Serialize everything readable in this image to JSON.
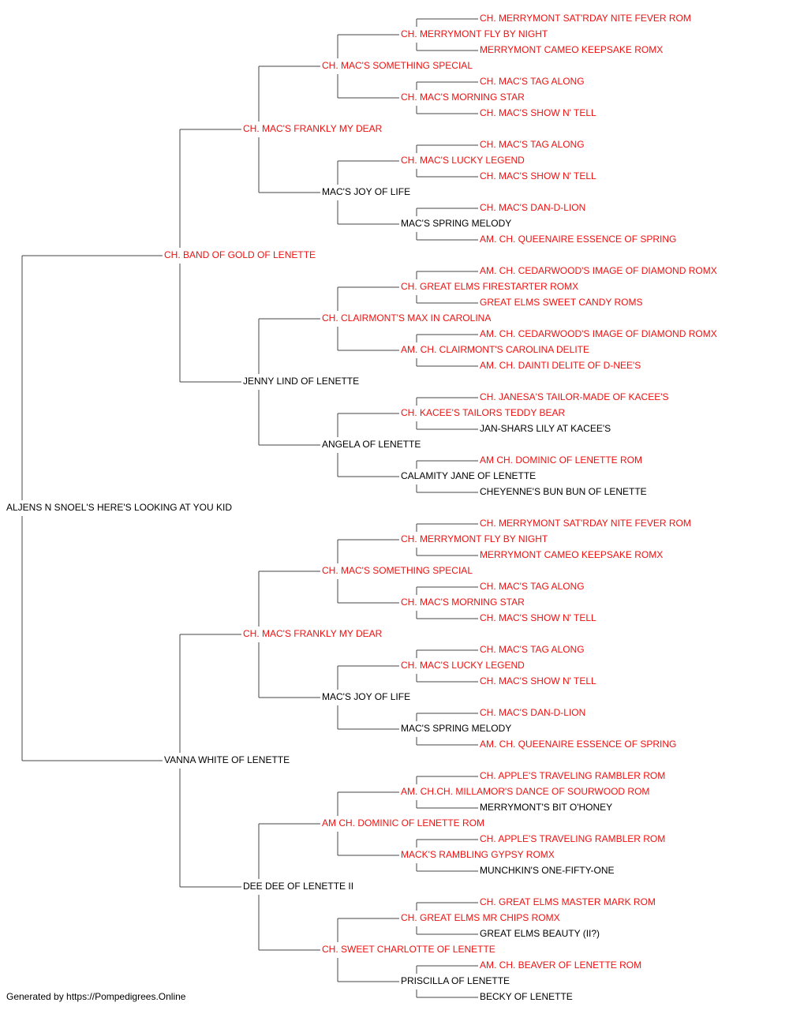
{
  "colors": {
    "champion": "#ee1111",
    "plain": "#000000",
    "connector": "#444444"
  },
  "root": {
    "name": "ALJENS N SNOEL'S HERE'S LOOKING AT YOU KID",
    "red": false,
    "sire": {
      "name": "CH. BAND OF GOLD OF LENETTE",
      "red": true,
      "sire": {
        "name": "CH. MAC'S FRANKLY MY DEAR",
        "red": true,
        "sire": {
          "name": "CH. MAC'S SOMETHING SPECIAL",
          "red": true,
          "sire": {
            "name": "CH. MERRYMONT FLY BY NIGHT",
            "red": true,
            "sire": {
              "name": "CH. MERRYMONT SAT'RDAY NITE FEVER ROM",
              "red": true
            },
            "dam": {
              "name": "MERRYMONT CAMEO KEEPSAKE ROMX",
              "red": true
            }
          },
          "dam": {
            "name": "CH. MAC'S MORNING STAR",
            "red": true,
            "sire": {
              "name": "CH. MAC'S TAG ALONG",
              "red": true
            },
            "dam": {
              "name": "CH. MAC'S SHOW N' TELL",
              "red": true
            }
          }
        },
        "dam": {
          "name": "MAC'S JOY OF LIFE",
          "red": false,
          "sire": {
            "name": "CH. MAC'S LUCKY LEGEND",
            "red": true,
            "sire": {
              "name": "CH. MAC'S TAG ALONG",
              "red": true
            },
            "dam": {
              "name": "CH. MAC'S SHOW N' TELL",
              "red": true
            }
          },
          "dam": {
            "name": "MAC'S SPRING MELODY",
            "red": false,
            "sire": {
              "name": "CH. MAC'S DAN-D-LION",
              "red": true
            },
            "dam": {
              "name": "AM. CH. QUEENAIRE ESSENCE OF SPRING",
              "red": true
            }
          }
        }
      },
      "dam": {
        "name": "JENNY LIND OF LENETTE",
        "red": false,
        "sire": {
          "name": "CH. CLAIRMONT'S MAX IN CAROLINA",
          "red": true,
          "sire": {
            "name": "CH. GREAT ELMS FIRESTARTER ROMX",
            "red": true,
            "sire": {
              "name": "AM. CH. CEDARWOOD'S IMAGE OF DIAMOND ROMX",
              "red": true
            },
            "dam": {
              "name": "GREAT ELMS SWEET CANDY ROMS",
              "red": true
            }
          },
          "dam": {
            "name": "AM. CH. CLAIRMONT'S CAROLINA DELITE",
            "red": true,
            "sire": {
              "name": "AM. CH. CEDARWOOD'S IMAGE OF DIAMOND ROMX",
              "red": true
            },
            "dam": {
              "name": "AM. CH. DAINTI DELITE OF D-NEE'S",
              "red": true
            }
          }
        },
        "dam": {
          "name": "ANGELA OF LENETTE",
          "red": false,
          "sire": {
            "name": "CH. KACEE'S TAILORS TEDDY BEAR",
            "red": true,
            "sire": {
              "name": "CH. JANESA'S TAILOR-MADE OF KACEE'S",
              "red": true
            },
            "dam": {
              "name": "JAN-SHARS LILY AT KACEE'S",
              "red": false
            }
          },
          "dam": {
            "name": "CALAMITY JANE OF LENETTE",
            "red": false,
            "sire": {
              "name": "AM CH. DOMINIC OF LENETTE ROM",
              "red": true
            },
            "dam": {
              "name": "CHEYENNE'S BUN BUN OF LENETTE",
              "red": false
            }
          }
        }
      }
    },
    "dam": {
      "name": "VANNA WHITE OF LENETTE",
      "red": false,
      "sire": {
        "name": "CH. MAC'S FRANKLY MY DEAR",
        "red": true,
        "sire": {
          "name": "CH. MAC'S SOMETHING SPECIAL",
          "red": true,
          "sire": {
            "name": "CH. MERRYMONT FLY BY NIGHT",
            "red": true,
            "sire": {
              "name": "CH. MERRYMONT SAT'RDAY NITE FEVER ROM",
              "red": true
            },
            "dam": {
              "name": "MERRYMONT CAMEO KEEPSAKE ROMX",
              "red": true
            }
          },
          "dam": {
            "name": "CH. MAC'S MORNING STAR",
            "red": true,
            "sire": {
              "name": "CH. MAC'S TAG ALONG",
              "red": true
            },
            "dam": {
              "name": "CH. MAC'S SHOW N' TELL",
              "red": true
            }
          }
        },
        "dam": {
          "name": "MAC'S JOY OF LIFE",
          "red": false,
          "sire": {
            "name": "CH. MAC'S LUCKY LEGEND",
            "red": true,
            "sire": {
              "name": "CH. MAC'S TAG ALONG",
              "red": true
            },
            "dam": {
              "name": "CH. MAC'S SHOW N' TELL",
              "red": true
            }
          },
          "dam": {
            "name": "MAC'S SPRING MELODY",
            "red": false,
            "sire": {
              "name": "CH. MAC'S DAN-D-LION",
              "red": true
            },
            "dam": {
              "name": "AM. CH. QUEENAIRE ESSENCE OF SPRING",
              "red": true
            }
          }
        }
      },
      "dam": {
        "name": "DEE DEE OF LENETTE II",
        "red": false,
        "sire": {
          "name": "AM CH. DOMINIC OF LENETTE ROM",
          "red": true,
          "sire": {
            "name": "AM. CH.CH. MILLAMOR'S DANCE OF SOURWOOD ROM",
            "red": true,
            "sire": {
              "name": "CH. APPLE'S TRAVELING RAMBLER ROM",
              "red": true
            },
            "dam": {
              "name": "MERRYMONT'S BIT O'HONEY",
              "red": false
            }
          },
          "dam": {
            "name": "MACK'S RAMBLING GYPSY ROMX",
            "red": true,
            "sire": {
              "name": "CH. APPLE'S TRAVELING RAMBLER ROM",
              "red": true
            },
            "dam": {
              "name": "MUNCHKIN'S ONE-FIFTY-ONE",
              "red": false
            }
          }
        },
        "dam": {
          "name": "CH. SWEET CHARLOTTE OF LENETTE",
          "red": true,
          "sire": {
            "name": "CH. GREAT ELMS MR CHIPS ROMX",
            "red": true,
            "sire": {
              "name": "CH. GREAT ELMS MASTER MARK ROM",
              "red": true
            },
            "dam": {
              "name": "GREAT ELMS BEAUTY (II?)",
              "red": false
            }
          },
          "dam": {
            "name": "PRISCILLA OF LENETTE",
            "red": false,
            "sire": {
              "name": "AM. CH. BEAVER OF LENETTE ROM",
              "red": true
            },
            "dam": {
              "name": "BECKY OF LENETTE",
              "red": false
            }
          }
        }
      }
    }
  },
  "footer": "Generated by https://Pompedigrees.Online"
}
